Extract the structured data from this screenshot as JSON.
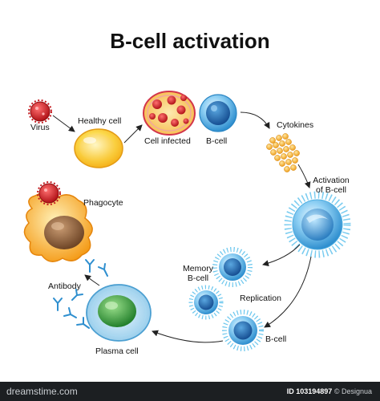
{
  "title": "B-cell activation",
  "labels": {
    "virus": "Virus",
    "healthy_cell": "Healthy cell",
    "cell_infected": "Cell infected",
    "b_cell_top": "B-cell",
    "cytokines": "Cytokines",
    "activation_line1": "Activation",
    "activation_line2": "of B-cell",
    "phagocyte": "Phagocyte",
    "memory_line1": "Memory",
    "memory_line2": "B-cell",
    "replication": "Replication",
    "antibody": "Antibody",
    "plasma_cell": "Plasma cell",
    "b_cell_bottom": "B-cell"
  },
  "footer": {
    "brand": "dreamstime.com",
    "id_prefix": "ID 103194897",
    "copyright": "© Designua"
  },
  "colors": {
    "arrow": "#222222",
    "b_cell": "#3a9fd8",
    "cytokine": "#f3b52c",
    "virus": "#d6252a",
    "phagocyte": "#f7a823",
    "plasma": "#3fae44",
    "footer_bg": "#1c1f22"
  }
}
